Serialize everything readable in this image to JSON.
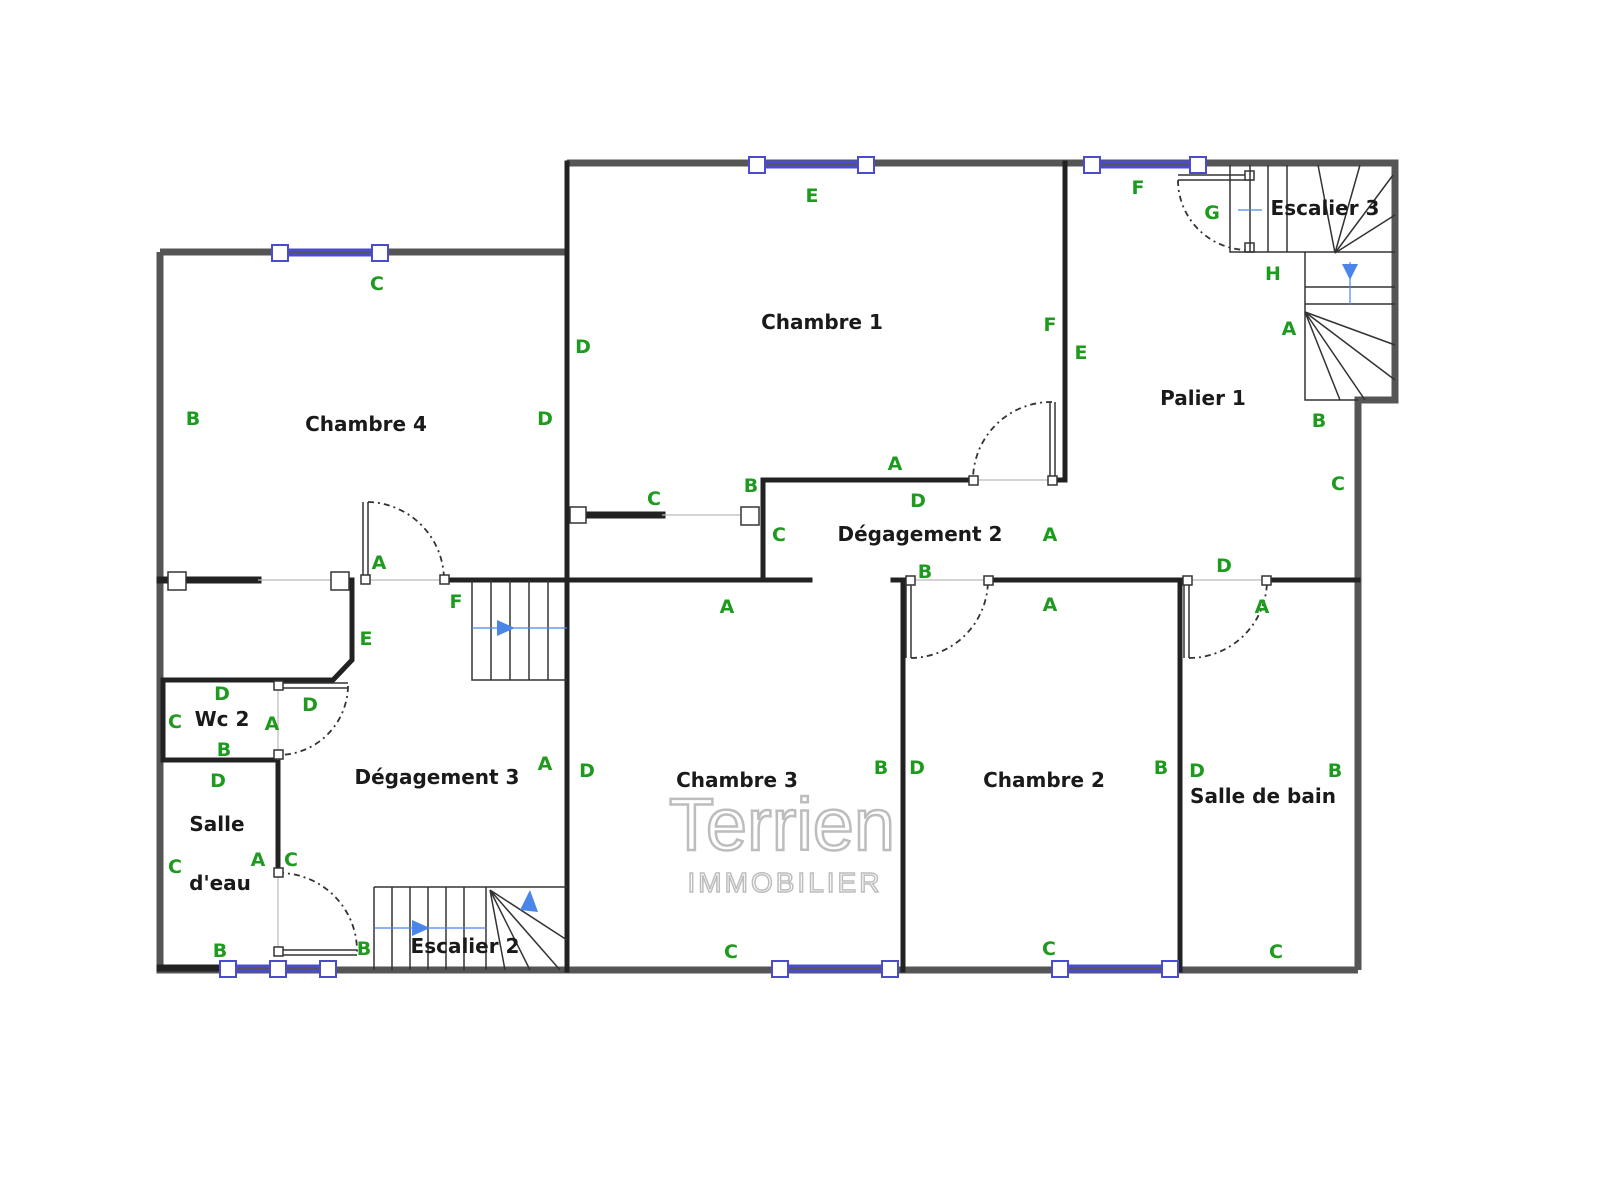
{
  "rooms": {
    "chambre1": "Chambre 1",
    "chambre2": "Chambre 2",
    "chambre3": "Chambre 3",
    "chambre4": "Chambre 4",
    "palier1": "Palier 1",
    "degagement2": "Dégagement 2",
    "degagement3": "Dégagement 3",
    "wc2": "Wc 2",
    "salle_deau_line1": "Salle",
    "salle_deau_line2": "d'eau",
    "salle_de_bain": "Salle de bain",
    "escalier2": "Escalier 2",
    "escalier3": "Escalier 3"
  },
  "wall_letters": [
    "C",
    "B",
    "D",
    "D",
    "E",
    "F",
    "G",
    "H",
    "A",
    "F",
    "E",
    "B",
    "C",
    "A",
    "D",
    "B",
    "C",
    "C",
    "A",
    "D",
    "B",
    "A",
    "A",
    "A",
    "A",
    "F",
    "E",
    "D",
    "D",
    "C",
    "A",
    "B",
    "D",
    "A",
    "D",
    "B",
    "D",
    "B",
    "D",
    "B",
    "A",
    "C",
    "C",
    "B",
    "B",
    "C",
    "C",
    "C"
  ],
  "watermark": {
    "brand": "Terrien",
    "sub": "IMMOBILIER"
  },
  "colors": {
    "wall": "#222222",
    "window": "#4b4bd0",
    "letter": "#1e9a1e",
    "stair_arrow": "#4a86e8"
  }
}
